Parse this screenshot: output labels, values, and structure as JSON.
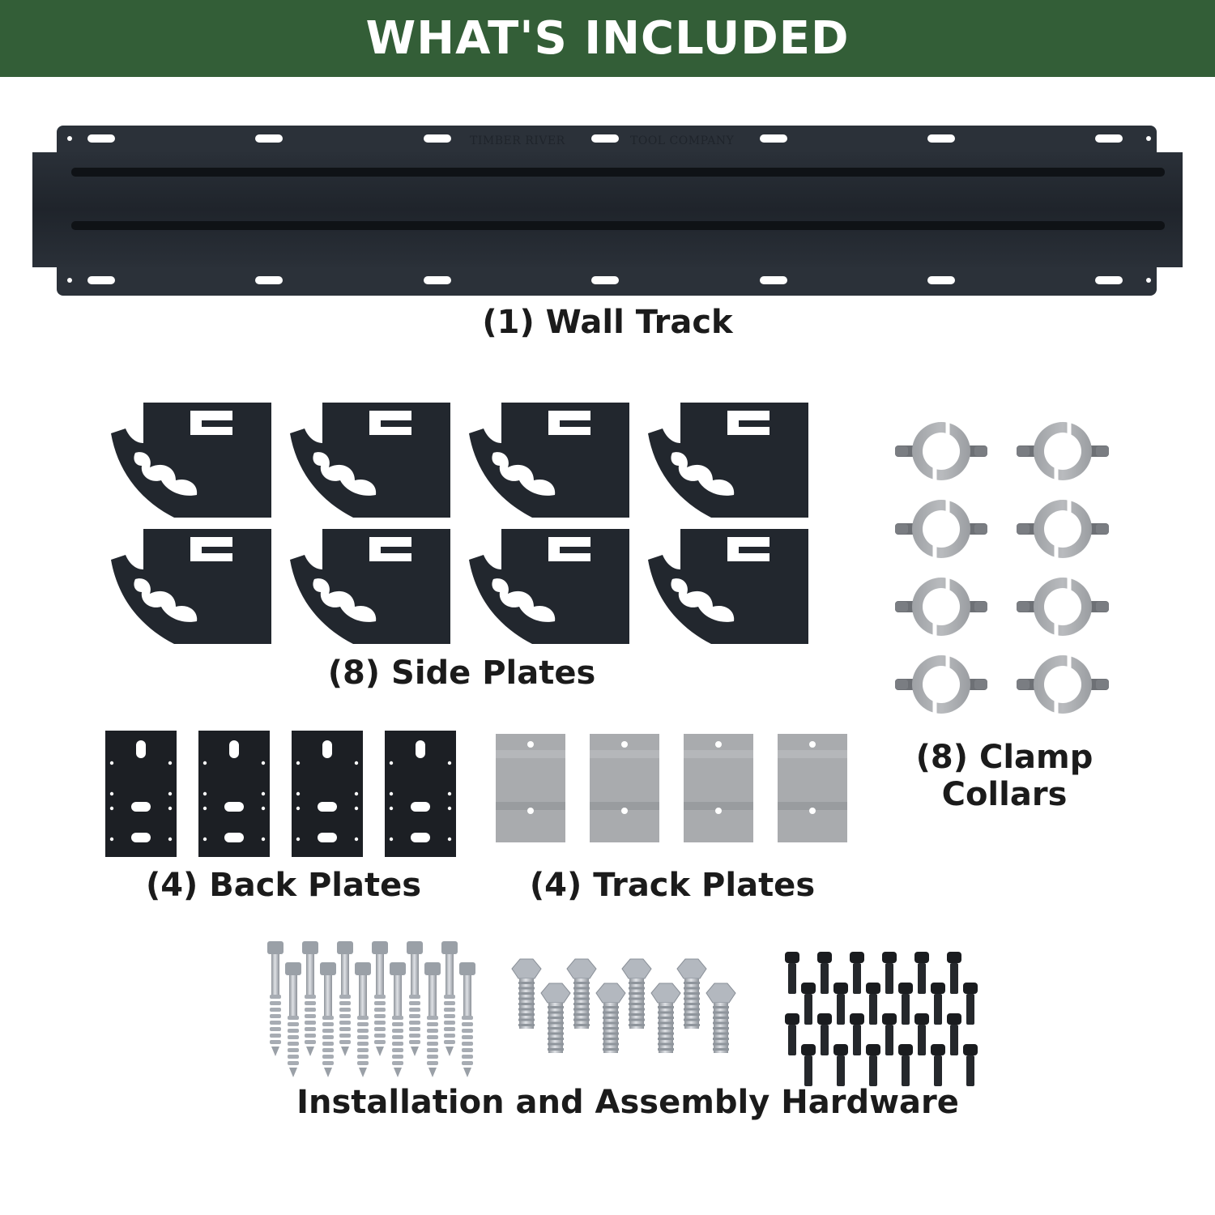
{
  "header": {
    "title": "WHAT'S INCLUDED"
  },
  "wall_track": {
    "caption": "(1) Wall Track",
    "brand_left": "TIMBER RIVER",
    "brand_right": "TOOL COMPANY"
  },
  "side_plates": {
    "caption": "(8) Side Plates",
    "count": 8
  },
  "clamp_collars": {
    "caption_line1": "(8) Clamp",
    "caption_line2": "Collars",
    "count": 8
  },
  "back_plates": {
    "caption": "(4) Back Plates",
    "count": 4
  },
  "track_plates": {
    "caption": "(4) Track Plates",
    "count": 4
  },
  "hardware": {
    "caption": "Installation and Assembly Hardware",
    "lag_screw_count": 12,
    "hex_bolt_count": 8,
    "socket_screw_count": 24
  },
  "colors": {
    "banner": "#335e37",
    "banner_text": "#ffffff",
    "caption_text": "#1b1b1b",
    "black_steel": "#22272e",
    "silver": "#a9abae",
    "zinc": "#b8bcc2"
  },
  "icons": {
    "wall_track": "wall-track-icon",
    "side_plate": "side-plate-icon",
    "clamp_collar": "clamp-collar-icon",
    "back_plate": "back-plate-icon",
    "track_plate": "track-plate-icon",
    "lag_screw": "lag-screw-icon",
    "hex_bolt": "hex-bolt-icon",
    "socket_screw": "socket-screw-icon"
  }
}
